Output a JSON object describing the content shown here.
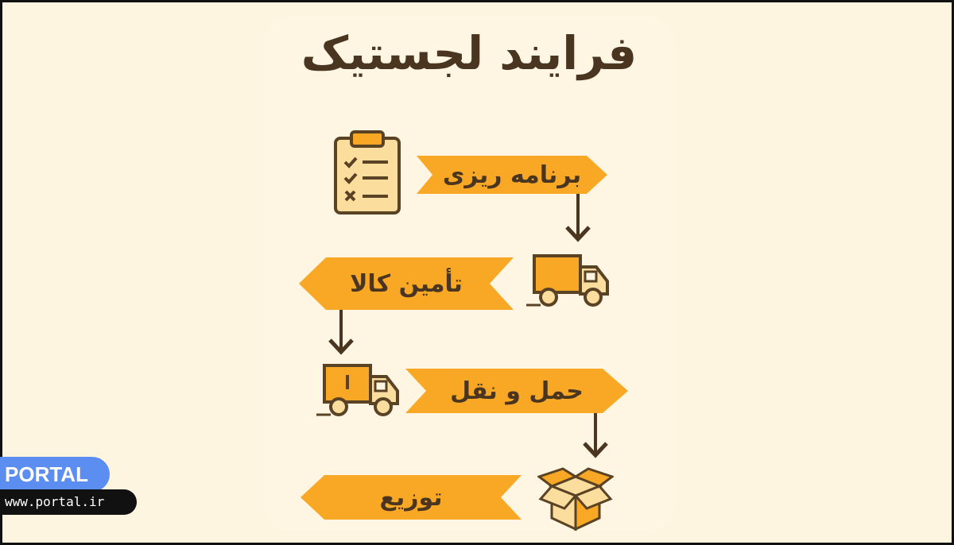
{
  "title": "فرایند لجستیک",
  "steps": [
    {
      "label": "برنامه ریزی",
      "icon": "clipboard-checklist-icon"
    },
    {
      "label": "تأمین کالا",
      "icon": "delivery-truck-icon"
    },
    {
      "label": "حمل و نقل",
      "icon": "delivery-truck-icon"
    },
    {
      "label": "توزیع",
      "icon": "open-box-icon"
    }
  ],
  "watermark": {
    "brand": "PORTAL",
    "url": "www.portal.ir"
  },
  "colors": {
    "background": "#fdf5df",
    "banner": "#f9a825",
    "text": "#4a3620",
    "icon_fill": "#fbdd9d",
    "icon_stroke": "#5a4225"
  }
}
